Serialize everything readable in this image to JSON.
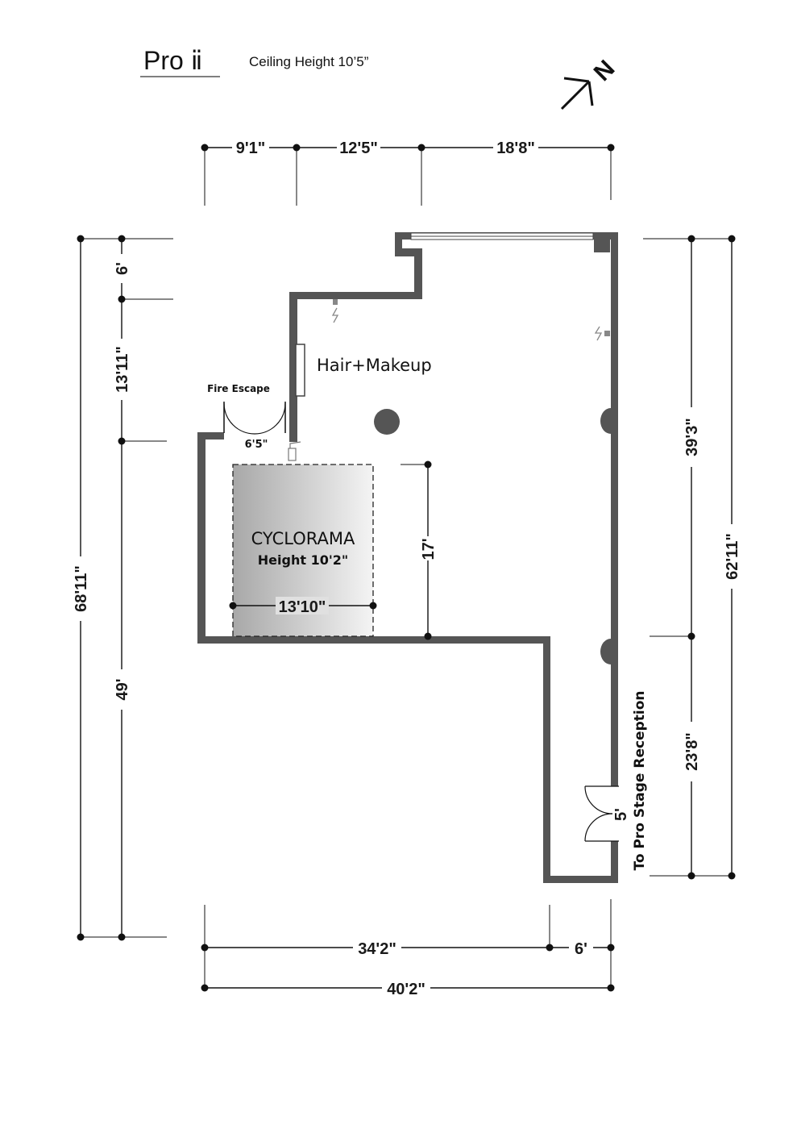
{
  "header": {
    "title": "Pro ⅱ",
    "ceiling": "Ceiling Height 10’5”",
    "north_label": "N"
  },
  "rooms": {
    "hair_makeup": "Hair+Makeup",
    "fire_escape": "Fire Escape",
    "fire_escape_width": "6'5\"",
    "cyclorama_title": "CYCLORAMA",
    "cyclorama_height": "Height 10'2\"",
    "cyclorama_width": "13'10\"",
    "cyclorama_depth": "17'"
  },
  "dimensions": {
    "top": [
      "9'1\"",
      "12'5\"",
      "18'8\""
    ],
    "left_outer": "68'11\"",
    "left_inner": [
      "6'",
      "13'11\"",
      "49'"
    ],
    "right_inner": [
      "39'3\"",
      "23'8\""
    ],
    "right_outer": "62'11\"",
    "bottom": [
      "34'2\"",
      "6'"
    ],
    "bottom_total": "40'2\"",
    "door_width": "5'"
  },
  "labels": {
    "reception": "To Pro Stage Reception"
  },
  "colors": {
    "wall": "#555555",
    "cyclorama_dark": "#a8a8a8",
    "cyclorama_light": "#f2f2f2"
  }
}
